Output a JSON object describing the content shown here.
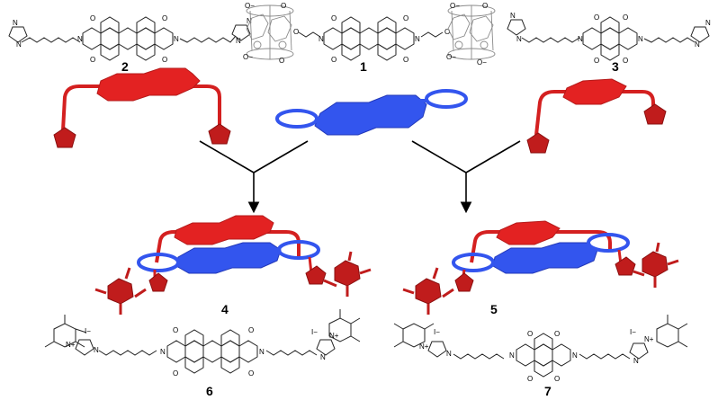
{
  "compounds": {
    "c1": "1",
    "c2": "2",
    "c3": "3",
    "c4": "4",
    "c5": "5",
    "c6": "6",
    "c7": "7"
  },
  "atoms": {
    "N": "N",
    "O": "O",
    "N_plus": "N+",
    "I_minus": "I−",
    "O_minus": "O−"
  },
  "colors": {
    "guest": "#e32222",
    "guest_dark": "#b51a1a",
    "host": "#3355ee",
    "bond": "#222222",
    "calixarene": "#8a8a8a"
  }
}
